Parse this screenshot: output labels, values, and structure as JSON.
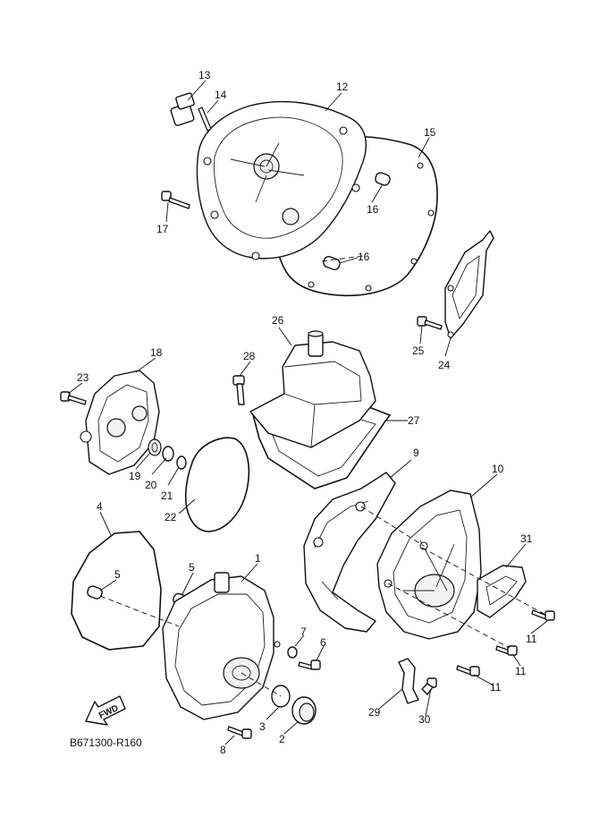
{
  "callouts": [
    {
      "id": "c13",
      "text": "13"
    },
    {
      "id": "c14",
      "text": "14"
    },
    {
      "id": "c12",
      "text": "12"
    },
    {
      "id": "c15",
      "text": "15"
    },
    {
      "id": "c17",
      "text": "17"
    },
    {
      "id": "c16a",
      "text": "16"
    },
    {
      "id": "c16b",
      "text": "16"
    },
    {
      "id": "c26",
      "text": "26"
    },
    {
      "id": "c28",
      "text": "28"
    },
    {
      "id": "c25",
      "text": "25"
    },
    {
      "id": "c24",
      "text": "24"
    },
    {
      "id": "c18",
      "text": "18"
    },
    {
      "id": "c23",
      "text": "23"
    },
    {
      "id": "c27",
      "text": "27"
    },
    {
      "id": "c19",
      "text": "19"
    },
    {
      "id": "c20",
      "text": "20"
    },
    {
      "id": "c21",
      "text": "21"
    },
    {
      "id": "c22",
      "text": "22"
    },
    {
      "id": "c9",
      "text": "9"
    },
    {
      "id": "c10",
      "text": "10"
    },
    {
      "id": "c4",
      "text": "4"
    },
    {
      "id": "c5a",
      "text": "5"
    },
    {
      "id": "c5b",
      "text": "5"
    },
    {
      "id": "c1",
      "text": "1"
    },
    {
      "id": "c31",
      "text": "31"
    },
    {
      "id": "c7",
      "text": "7"
    },
    {
      "id": "c6",
      "text": "6"
    },
    {
      "id": "c11a",
      "text": "11"
    },
    {
      "id": "c11b",
      "text": "11"
    },
    {
      "id": "c11c",
      "text": "11"
    },
    {
      "id": "c3",
      "text": "3"
    },
    {
      "id": "c29",
      "text": "29"
    },
    {
      "id": "c30",
      "text": "30"
    },
    {
      "id": "c2",
      "text": "2"
    },
    {
      "id": "c8",
      "text": "8"
    }
  ],
  "fwd_label": "FWD",
  "diagram_code": "B671300-R160"
}
